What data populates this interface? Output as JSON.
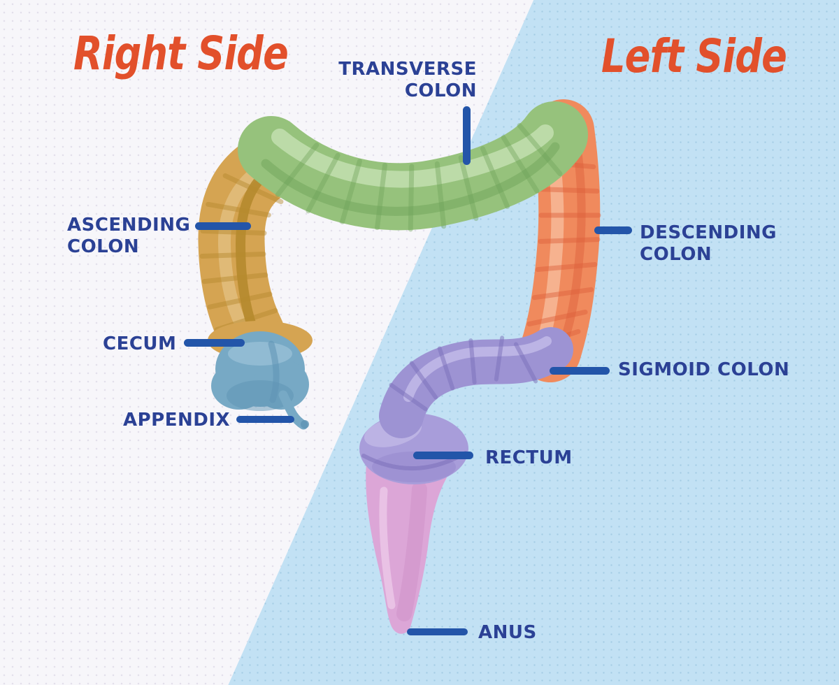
{
  "titles": {
    "right_side": "Right Side",
    "left_side": "Left Side"
  },
  "labels": {
    "transverse_colon": "TRANSVERSE COLON",
    "ascending_colon": "ASCENDING COLON",
    "cecum": "CECUM",
    "appendix": "APPENDIX",
    "descending_colon": "DESCENDING COLON",
    "sigmoid_colon": "SIGMOID COLON",
    "rectum": "RECTUM",
    "anus": "ANUS"
  },
  "diagram": {
    "subject": "large intestine (colon) anatomy, right side vs left side",
    "segments": [
      {
        "name": "Ascending colon",
        "color": "#D5A452",
        "side": "right"
      },
      {
        "name": "Transverse colon",
        "color": "#96C27C",
        "side": "center"
      },
      {
        "name": "Descending colon",
        "color": "#F08A5D",
        "side": "left"
      },
      {
        "name": "Cecum",
        "color": "#77A9C5",
        "side": "right"
      },
      {
        "name": "Appendix",
        "color": "#77A9C5",
        "side": "right"
      },
      {
        "name": "Sigmoid colon",
        "color": "#9D93D3",
        "side": "left"
      },
      {
        "name": "Rectum",
        "color": "#A89DDA",
        "side": "left"
      },
      {
        "name": "Anus",
        "color": "#DCA6D7",
        "side": "center"
      }
    ]
  },
  "colors": {
    "background_left": "#F7F6FA",
    "background_right": "#C2E1F4",
    "title_red": "#E2502B",
    "label_blue": "#2B4195",
    "leader_line_blue": "#2355A9"
  }
}
